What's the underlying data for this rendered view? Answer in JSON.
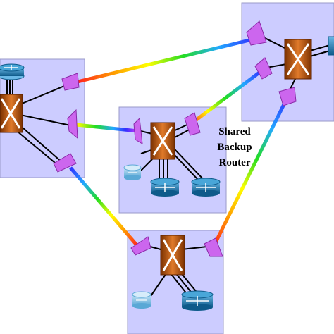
{
  "label": {
    "line1": "Shared",
    "line2": "Backup",
    "line3": "Router"
  },
  "colors": {
    "panel": "#ccccff",
    "panel_border": "#8a8ab8",
    "prism": "#cc66ee",
    "prism_edge": "#8a2aa8",
    "oxc_dark": "#8a3a00",
    "oxc_light": "#e07a2a",
    "router_dark": "#0e5a8a",
    "router_light": "#49a6d8"
  },
  "icons": [
    "oxc-switch-icon",
    "router-icon",
    "prism-icon"
  ]
}
